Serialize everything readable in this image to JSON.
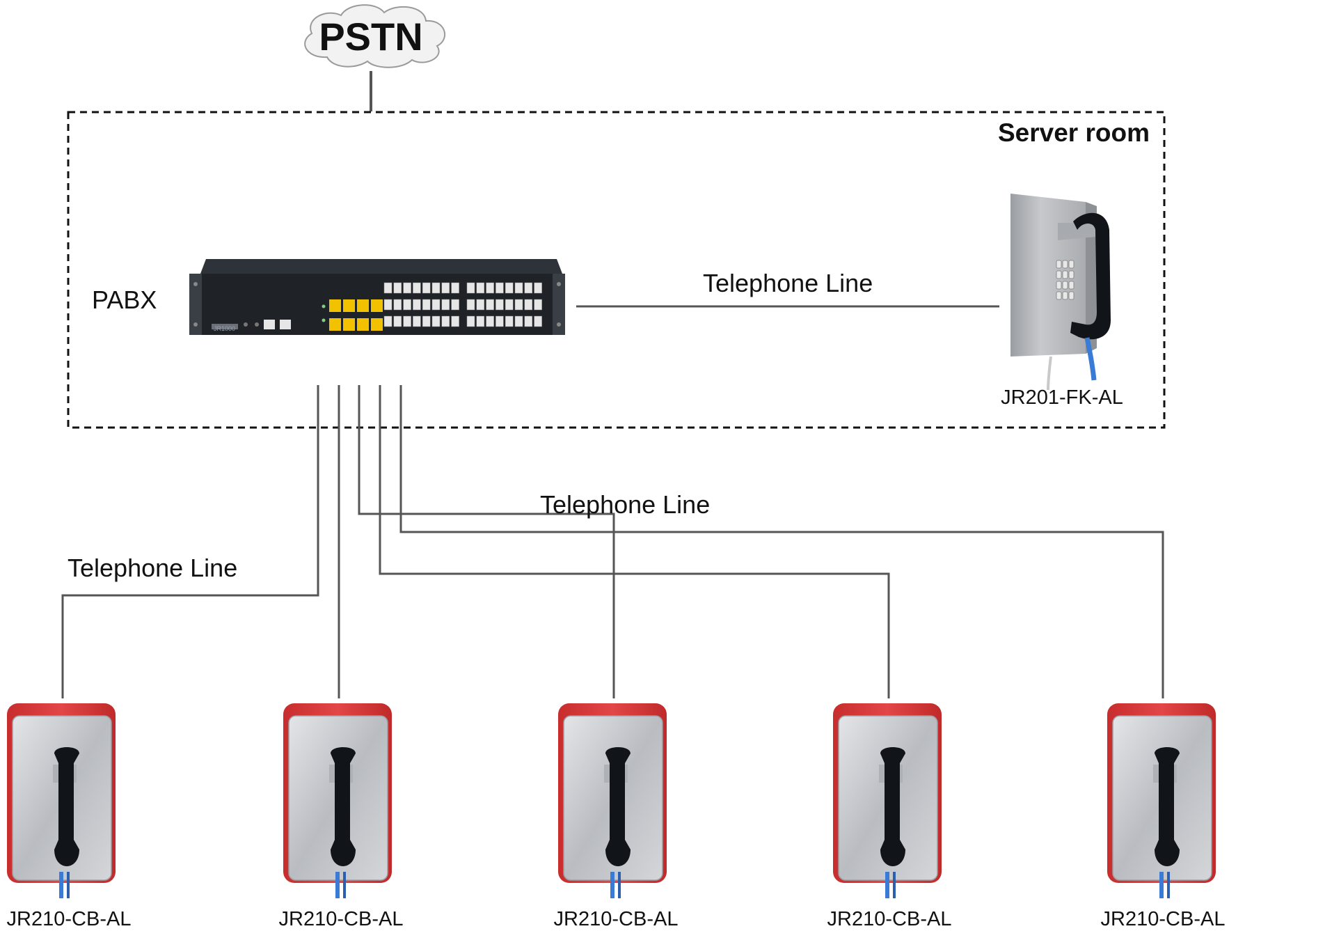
{
  "network": {
    "cloud_label": "PSTN",
    "room_label": "Server room",
    "pabx_label": "PABX",
    "pabx_model": "JR1000",
    "link_labels": [
      "Telephone Line",
      "Telephone Line",
      "Telephone Line"
    ]
  },
  "devices": {
    "server_phone": "JR201-FK-AL",
    "field_phones": [
      "JR210-CB-AL",
      "JR210-CB-AL",
      "JR210-CB-AL",
      "JR210-CB-AL",
      "JR210-CB-AL"
    ]
  },
  "colors": {
    "line": "#555555",
    "dash_border": "#111111",
    "pabx_body": "#1f2328",
    "rj_port": "#e6e6e6",
    "trunk_port": "#f2c200",
    "phone_red": "#d83a3a",
    "steel": "#c9ccd0",
    "handset": "#111418",
    "cable_blue": "#3a7bd5"
  }
}
